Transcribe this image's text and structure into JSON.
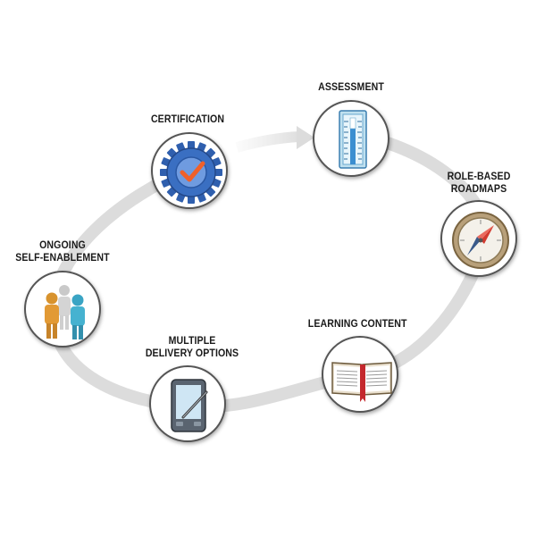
{
  "stages": [
    {
      "id": "assessment",
      "label_lines": [
        "ASSESSMENT"
      ],
      "icon": "thermometer-icon"
    },
    {
      "id": "roadmaps",
      "label_lines": [
        "ROLE-BASED",
        "ROADMAPS"
      ],
      "icon": "compass-icon"
    },
    {
      "id": "learning",
      "label_lines": [
        "LEARNING CONTENT"
      ],
      "icon": "open-book-icon"
    },
    {
      "id": "delivery",
      "label_lines": [
        "MULTIPLE",
        "DELIVERY OPTIONS"
      ],
      "icon": "tablet-stylus-icon"
    },
    {
      "id": "enablement",
      "label_lines": [
        "ONGOING",
        "SELF-ENABLEMENT"
      ],
      "icon": "people-group-icon"
    },
    {
      "id": "certification",
      "label_lines": [
        "CERTIFICATION"
      ],
      "icon": "gear-checkmark-icon"
    }
  ],
  "colors": {
    "ring": "#e0e0e0",
    "node_border": "#555555",
    "text": "#1a1a1a"
  }
}
